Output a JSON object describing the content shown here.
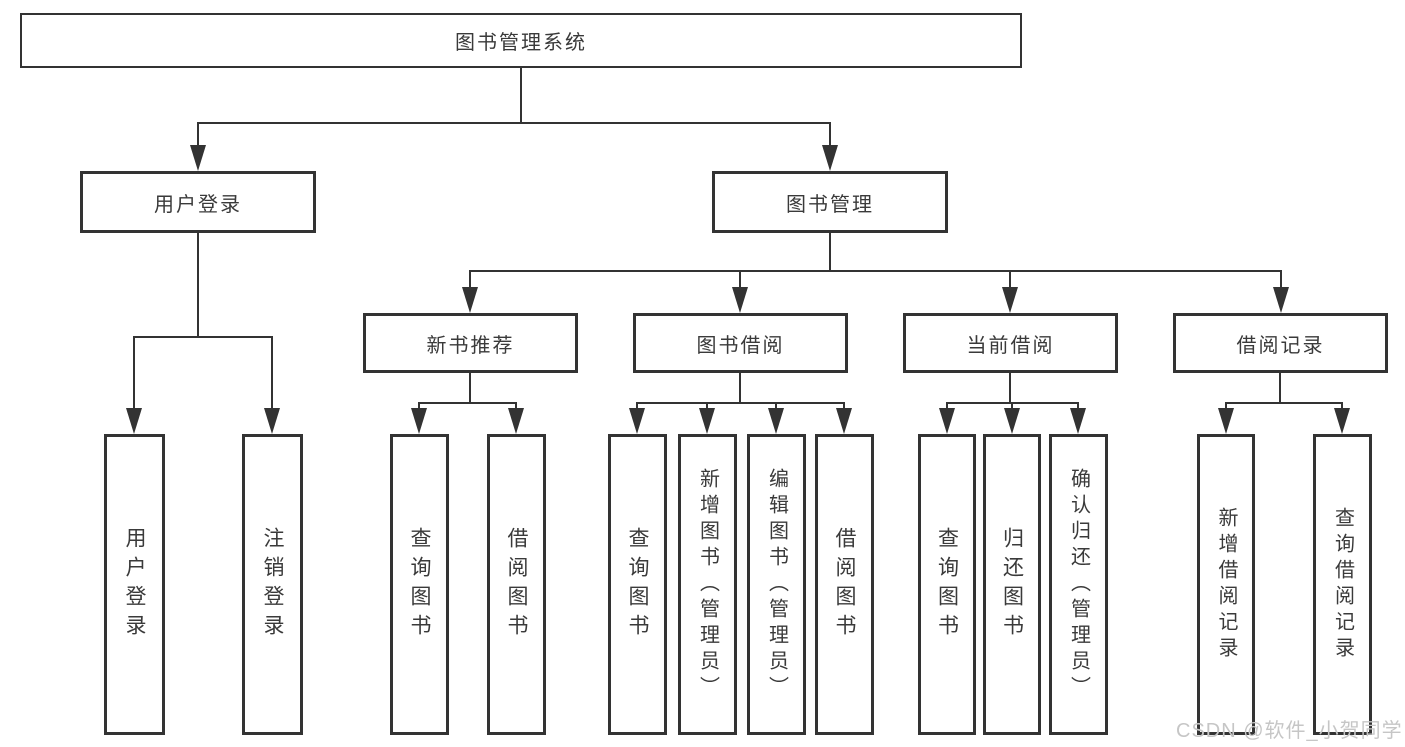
{
  "diagram": {
    "type": "org-tree",
    "root": "图书管理系统",
    "branches": [
      {
        "label": "用户登录",
        "leaves": [
          "用户登录",
          "注销登录"
        ]
      },
      {
        "label": "图书管理",
        "groups": [
          {
            "label": "新书推荐",
            "leaves": [
              "查询图书",
              "借阅图书"
            ]
          },
          {
            "label": "图书借阅",
            "leaves": [
              "查询图书",
              "新增图书（管理员）",
              "编辑图书（管理员）",
              "借阅图书"
            ]
          },
          {
            "label": "当前借阅",
            "leaves": [
              "查询图书",
              "归还图书",
              "确认归还（管理员）"
            ]
          },
          {
            "label": "借阅记录",
            "leaves": [
              "新增借阅记录",
              "查询借阅记录"
            ]
          }
        ]
      }
    ],
    "colors": {
      "line": "#333333",
      "text": "#3a3a3a",
      "background": "#ffffff",
      "watermark": "#c6c6c6"
    }
  },
  "watermark": "CSDN @软件_小贺同学"
}
